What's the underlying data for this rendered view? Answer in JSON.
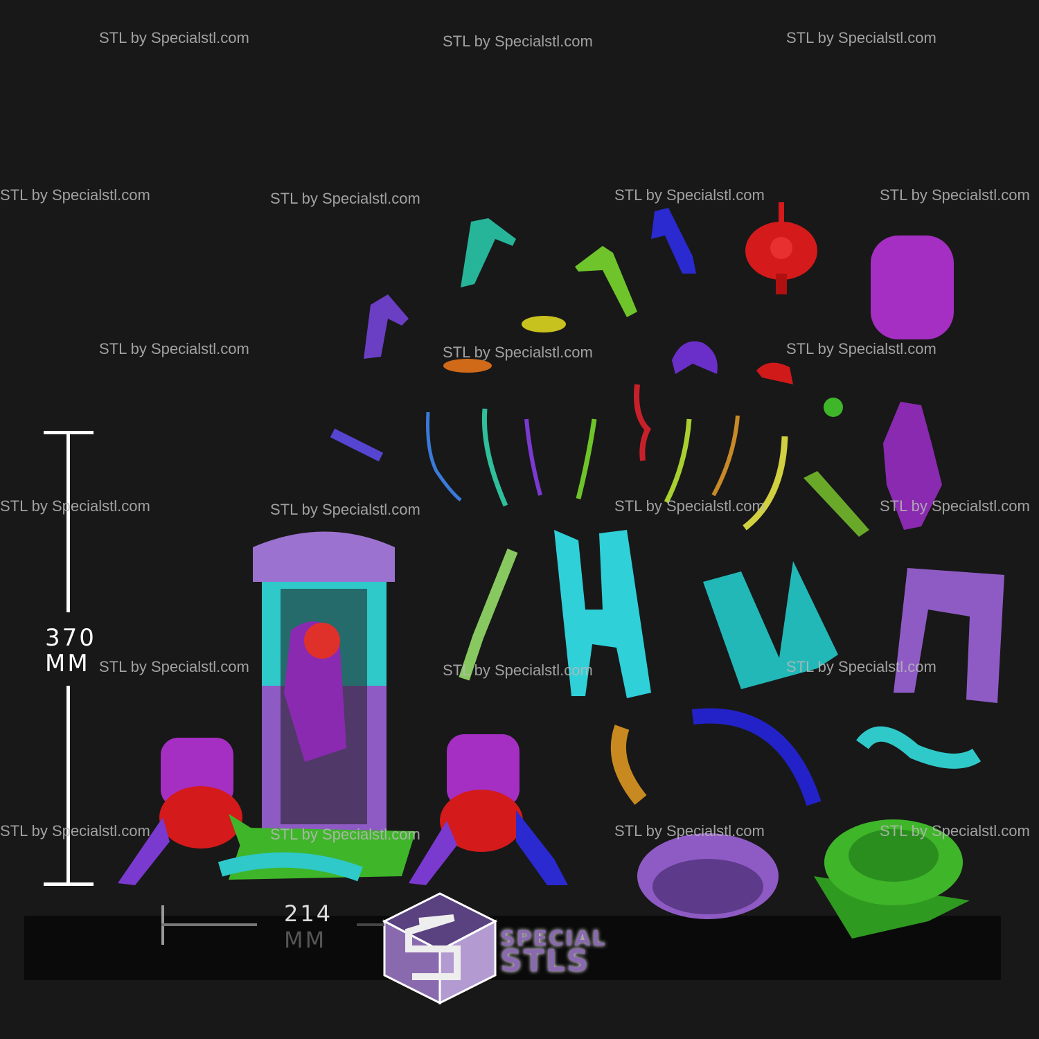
{
  "watermark": {
    "text": "STL by Specialstl.com"
  },
  "dimensions": {
    "height_value": "370",
    "height_unit": "MM",
    "width_value": "214",
    "width_unit": "MM"
  },
  "logo": {
    "line1": "SPECIAL",
    "line2": "STLS",
    "monogram": "S"
  },
  "colors": {
    "background": "#181818",
    "purple": "#8e5bc4",
    "teal": "#2fc9c9",
    "red": "#d41a1a",
    "green": "#3fb52a",
    "magenta": "#a52fc2",
    "blue": "#2b2bc9"
  }
}
